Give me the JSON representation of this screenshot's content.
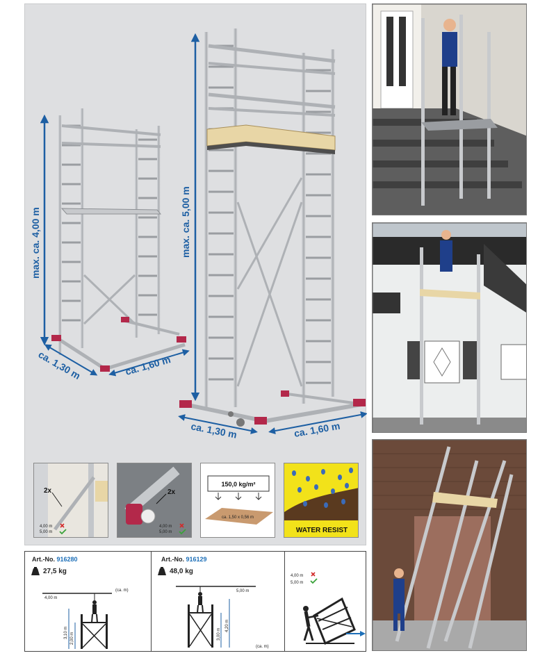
{
  "main": {
    "small_tower": {
      "height": "max. ca. 4,00 m",
      "width": "ca. 1,30 m",
      "length": "ca. 1,60 m"
    },
    "large_tower": {
      "height": "max. ca. 5,00 m",
      "width": "ca. 1,30 m",
      "length": "ca. 1,60 m"
    }
  },
  "features": {
    "brace": {
      "count": "2x",
      "line1": "4,00 m",
      "line2": "5,00 m"
    },
    "castor": {
      "count": "2x",
      "line1": "4,00 m",
      "line2": "5,00 m"
    },
    "load": {
      "value": "150,0 kg/m²",
      "size": "ca. 1,50 x 0,56 m"
    },
    "water": {
      "label": "WATER RESIST"
    }
  },
  "specs": {
    "a": {
      "art_label": "Art.-No.",
      "art_no": "916280",
      "weight": "27,5 kg",
      "ca": "(ca. m)",
      "top_height": "4,00 m",
      "dim1": "3,10 m",
      "dim2": "2,00 m"
    },
    "b": {
      "art_label": "Art.-No.",
      "art_no": "916129",
      "weight": "48,0 kg",
      "top_height": "5,00 m",
      "dim1": "3,00 m",
      "dim2": "4,20 m",
      "ca": "(ca. m)"
    },
    "c": {
      "line1": "4,00 m",
      "line2": "5,00 m"
    }
  },
  "colors": {
    "dimension_blue": "#1d5fa3",
    "aluminium": "#b9bcc0",
    "platform_wood": "#e8d6a6",
    "foot_red": "#b3284a",
    "water_yellow": "#f2e21a",
    "check_green": "#3aa23a",
    "cross_red": "#d22a2a"
  }
}
